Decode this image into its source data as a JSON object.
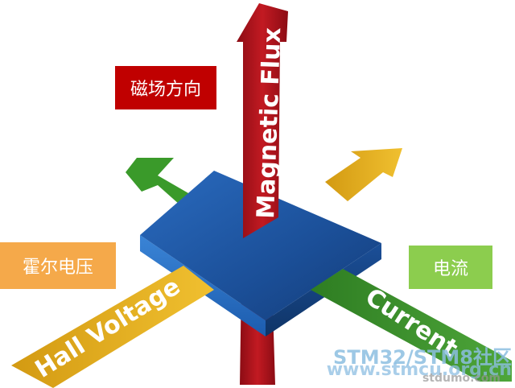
{
  "labels": {
    "magnetic_direction_cn": "磁场方向",
    "hall_voltage_cn": "霍尔电压",
    "current_cn": "电流"
  },
  "arrows": {
    "magnetic_flux": "Magnetic Flux",
    "hall_voltage": "Hall Voltage",
    "current": "Current"
  },
  "watermark": {
    "line1": "STM32/STM8社区",
    "line2": "www.stmcu.org.cn",
    "line3": "stdumo.com"
  },
  "colors": {
    "magnetic": "#b0121b",
    "hall": "#e8b21a",
    "current": "#3a8a2a",
    "plate": "#1f5aa6",
    "box_magnetic": "#c00000",
    "box_hall": "#f5a94a",
    "box_current": "#8ccd4e"
  }
}
